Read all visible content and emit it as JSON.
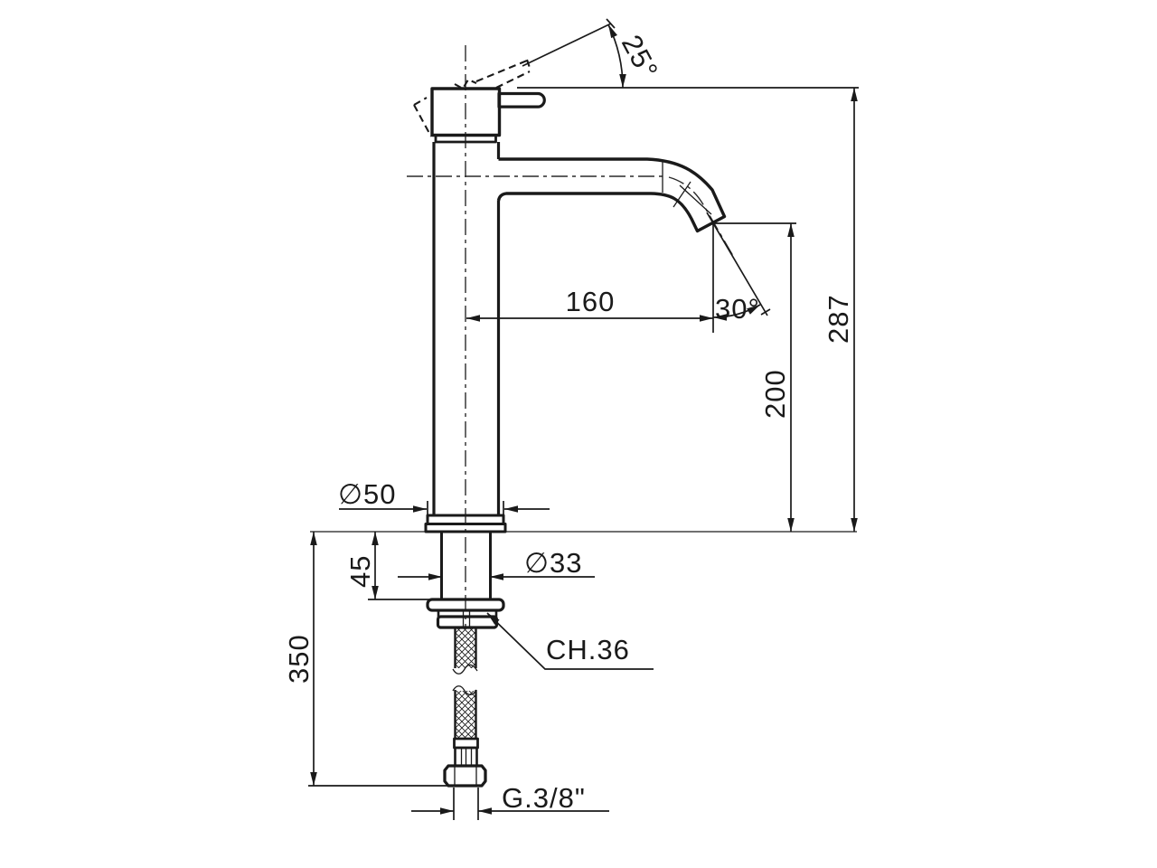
{
  "drawing": {
    "type": "technical-dimension-drawing",
    "subject": "single-lever tall basin mixer tap, side elevation with flexible supply hose",
    "background": "#ffffff",
    "line_color": "#1a1a1a",
    "dimensions": {
      "handle_angle": "25°",
      "overall_height": "287",
      "spout_reach": "160",
      "spout_outlet_angle": "30°",
      "spout_height": "200",
      "body_diameter": "∅50",
      "max_deck_thickness": "45",
      "shank_diameter": "∅33",
      "hose_length": "350",
      "wrench_size": "CH.36",
      "hose_connection": "G.3/8\""
    }
  }
}
